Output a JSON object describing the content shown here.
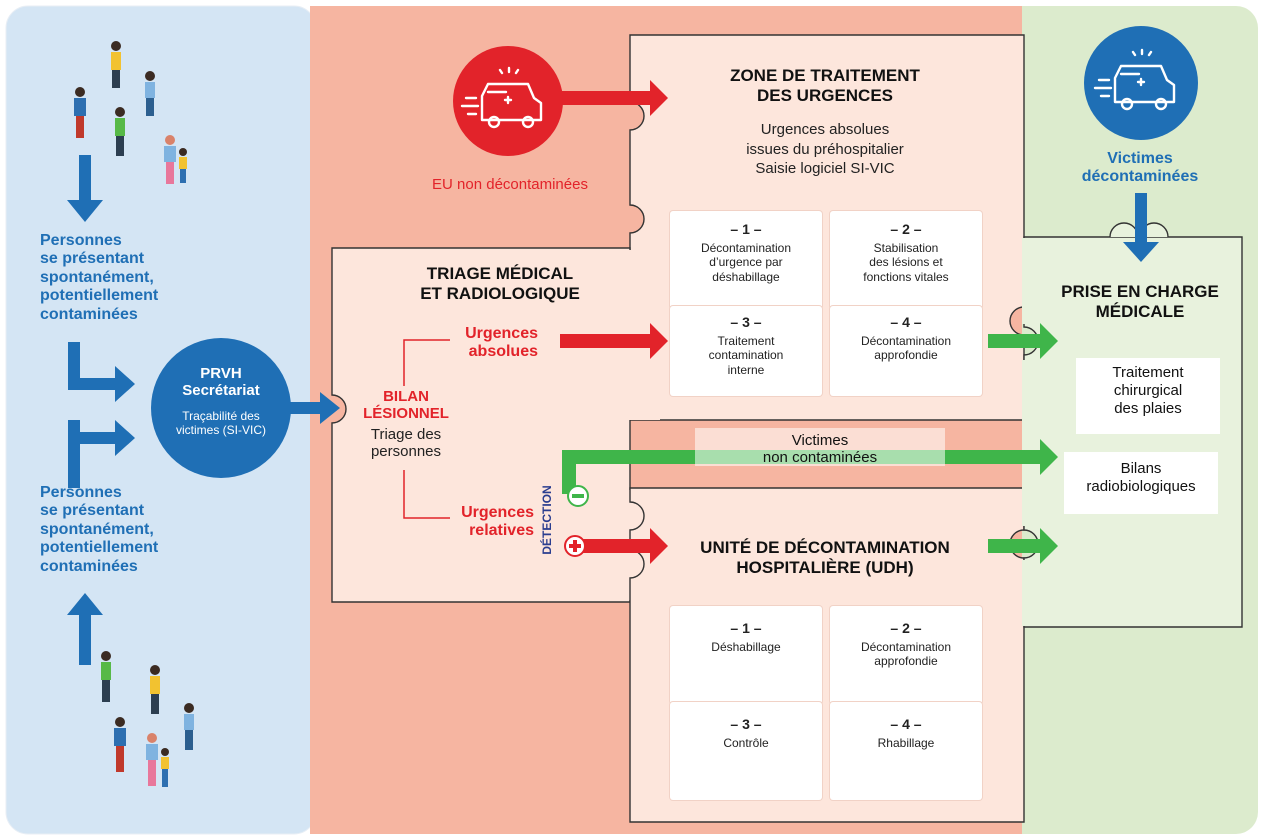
{
  "colors": {
    "left_panel": "#d4e5f4",
    "middle_panel": "#f6b5a1",
    "right_panel": "#dcebcd",
    "zone_box": "#fde6dc",
    "blue": "#1f6fb5",
    "red": "#e2232a",
    "green": "#3fb54a"
  },
  "left": {
    "text_top": "Personnes\nse présentant\nspontanément,\npotentiellement\ncontaminées",
    "text_bottom": "Personnes\nse présentant\nspontanément,\npotentiellement\ncontaminées"
  },
  "prvh": {
    "title": "PRVH\nSecrétariat",
    "subtitle": "Traçabilité des\nvictimes (SI-VIC)"
  },
  "eu": {
    "label": "EU non décontaminées"
  },
  "triage": {
    "title": "TRIAGE MÉDICAL\nET RADIOLOGIQUE",
    "bilan": "BILAN\nLÉSIONNEL",
    "triage_text": "Triage des\npersonnes",
    "urgences_absolues": "Urgences\nabsolues",
    "urgences_relatives": "Urgences\nrelatives",
    "detection": "DÉTECTION"
  },
  "zone_urgences": {
    "title": "ZONE DE TRAITEMENT\nDES URGENCES",
    "desc": "Urgences absolues\nissues du préhospitalier\nSaisie logiciel SI-VIC",
    "steps": [
      {
        "num": "– 1 –",
        "text": "Décontamination\nd’urgence par\ndéshabillage"
      },
      {
        "num": "– 2 –",
        "text": "Stabilisation\ndes lésions et\nfonctions vitales"
      },
      {
        "num": "– 3 –",
        "text": "Traitement\ncontamination\ninterne"
      },
      {
        "num": "– 4 –",
        "text": "Décontamination\napprofondie"
      }
    ]
  },
  "non_contaminees": "Victimes\nnon contaminées",
  "udh": {
    "title": "UNITÉ DE DÉCONTAMINATION\nHOSPITALIÈRE (UDH)",
    "steps": [
      {
        "num": "– 1 –",
        "text": "Déshabillage"
      },
      {
        "num": "– 2 –",
        "text": "Décontamination\napprofondie"
      },
      {
        "num": "– 3 –",
        "text": "Contrôle"
      },
      {
        "num": "– 4 –",
        "text": "Rhabillage"
      }
    ]
  },
  "right": {
    "victimes_decontaminees": "Victimes\ndécontaminées",
    "title": "PRISE EN CHARGE\nMÉDICALE",
    "traitement": "Traitement\nchirurgical\ndes plaies",
    "bilans": "Bilans\nradiobiologiques"
  }
}
